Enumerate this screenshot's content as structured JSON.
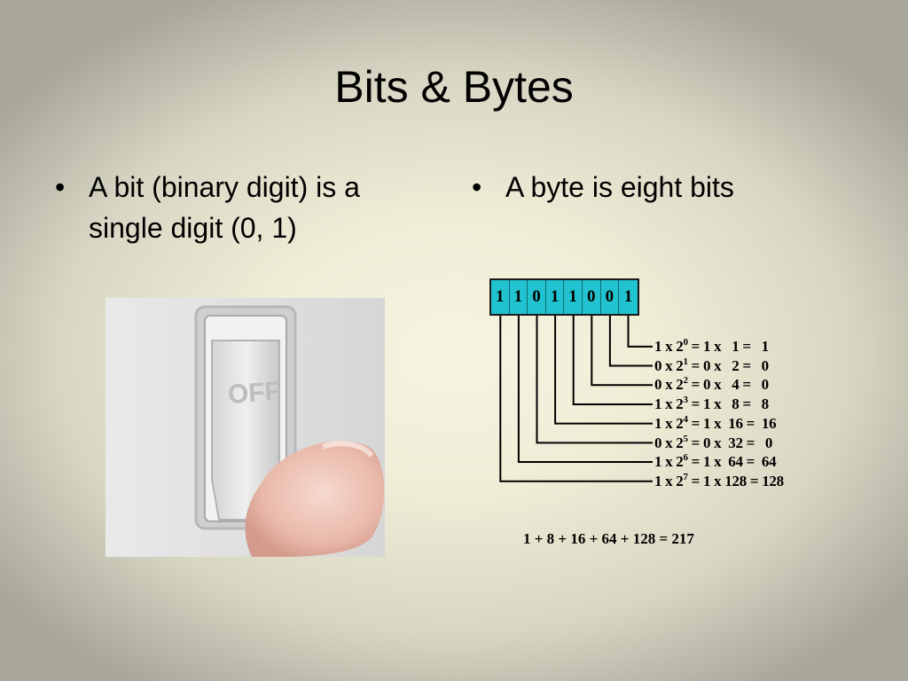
{
  "slide": {
    "title": "Bits & Bytes",
    "left_bullet": "A bit (binary digit) is a single digit (0, 1)",
    "right_bullet": "A byte is eight bits",
    "bullet_glyph": "•"
  },
  "photo": {
    "switch_label": "OFF"
  },
  "byte_diagram": {
    "bits": [
      "1",
      "1",
      "0",
      "1",
      "1",
      "0",
      "0",
      "1"
    ],
    "rows": [
      {
        "bit": "1",
        "exp": "0",
        "place": "1",
        "value": "1"
      },
      {
        "bit": "0",
        "exp": "1",
        "place": "2",
        "value": "0"
      },
      {
        "bit": "0",
        "exp": "2",
        "place": "4",
        "value": "0"
      },
      {
        "bit": "1",
        "exp": "3",
        "place": "8",
        "value": "8"
      },
      {
        "bit": "1",
        "exp": "4",
        "place": "16",
        "value": "16"
      },
      {
        "bit": "0",
        "exp": "5",
        "place": "32",
        "value": "0"
      },
      {
        "bit": "1",
        "exp": "6",
        "place": "64",
        "value": "64"
      },
      {
        "bit": "1",
        "exp": "7",
        "place": "128",
        "value": "128"
      }
    ],
    "sum": "1 + 8 + 16 + 64 + 128 = 217",
    "box_color": "#22c3d0"
  }
}
